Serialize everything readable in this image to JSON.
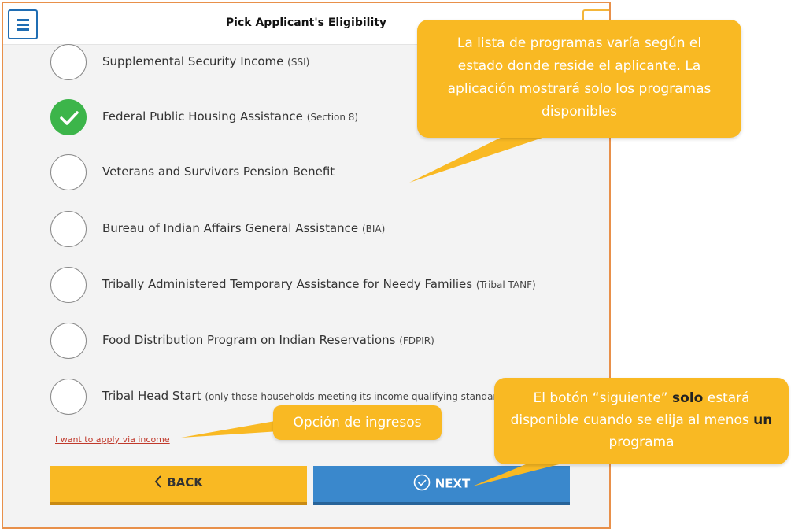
{
  "header": {
    "title": "Pick Applicant's Eligibility"
  },
  "options": [
    {
      "label": "Supplemental Security Income",
      "abbr": "(SSI)",
      "checked": false
    },
    {
      "label": "Federal Public Housing Assistance",
      "abbr": "(Section 8)",
      "checked": true
    },
    {
      "label": "Veterans and Survivors Pension Benefit",
      "abbr": "",
      "checked": false
    },
    {
      "label": "Bureau of Indian Affairs General Assistance",
      "abbr": "(BIA)",
      "checked": false
    },
    {
      "label": "Tribally Administered Temporary Assistance for Needy Families",
      "abbr": "(Tribal TANF)",
      "checked": false
    },
    {
      "label": "Food Distribution Program on Indian Reservations",
      "abbr": "(FDPIR)",
      "checked": false
    },
    {
      "label": "Tribal Head Start",
      "abbr": "(only those households meeting its income qualifying standar",
      "checked": false
    }
  ],
  "income_link": "I want to apply via income",
  "buttons": {
    "back": "BACK",
    "next": "NEXT"
  },
  "callouts": {
    "programs": "La lista de programas varía según el estado donde reside el aplicante. La aplicación mostrará solo los programas disponibles",
    "income": "Opción de ingresos",
    "next_pre": "El botón “siguiente”",
    "next_bold1": "solo",
    "next_mid": "estará disponible cuando se elija al menos",
    "next_bold2": "un",
    "next_post": "programa"
  },
  "colors": {
    "check_green": "#3cb54a",
    "back_yellow": "#f9b923",
    "next_blue": "#3a88cc",
    "link_red": "#c0392b",
    "frame_orange": "#e8904a"
  }
}
